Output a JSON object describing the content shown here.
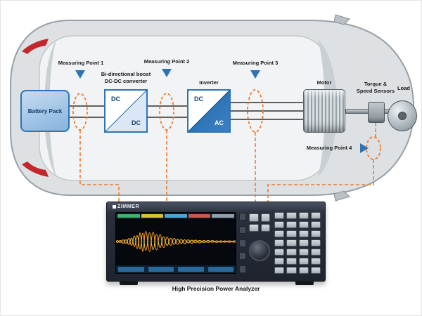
{
  "labels": {
    "battery": "Battery Pack",
    "dcdc_title": "Bi-directional boost\nDC-DC converter",
    "dcdc_input": "DC",
    "dcdc_output": "DC",
    "inverter_title": "Inverter",
    "inverter_input": "DC",
    "inverter_output": "AC",
    "motor": "Motor",
    "sensors": "Torque &\nSpeed Sensors",
    "load": "Load"
  },
  "measuring_points": [
    {
      "label": "Measuring Point 1"
    },
    {
      "label": "Measuring Point 2"
    },
    {
      "label": "Measuring Point 3"
    },
    {
      "label": "Measuring Point 4"
    }
  ],
  "analyzer": {
    "brand": "ZIMMER",
    "caption": "High Precision Power Analyzer"
  },
  "colors": {
    "probe_orange": "#ED7D31",
    "marker_blue": "#2E74B5",
    "car_gray": "#DDE1E4"
  }
}
